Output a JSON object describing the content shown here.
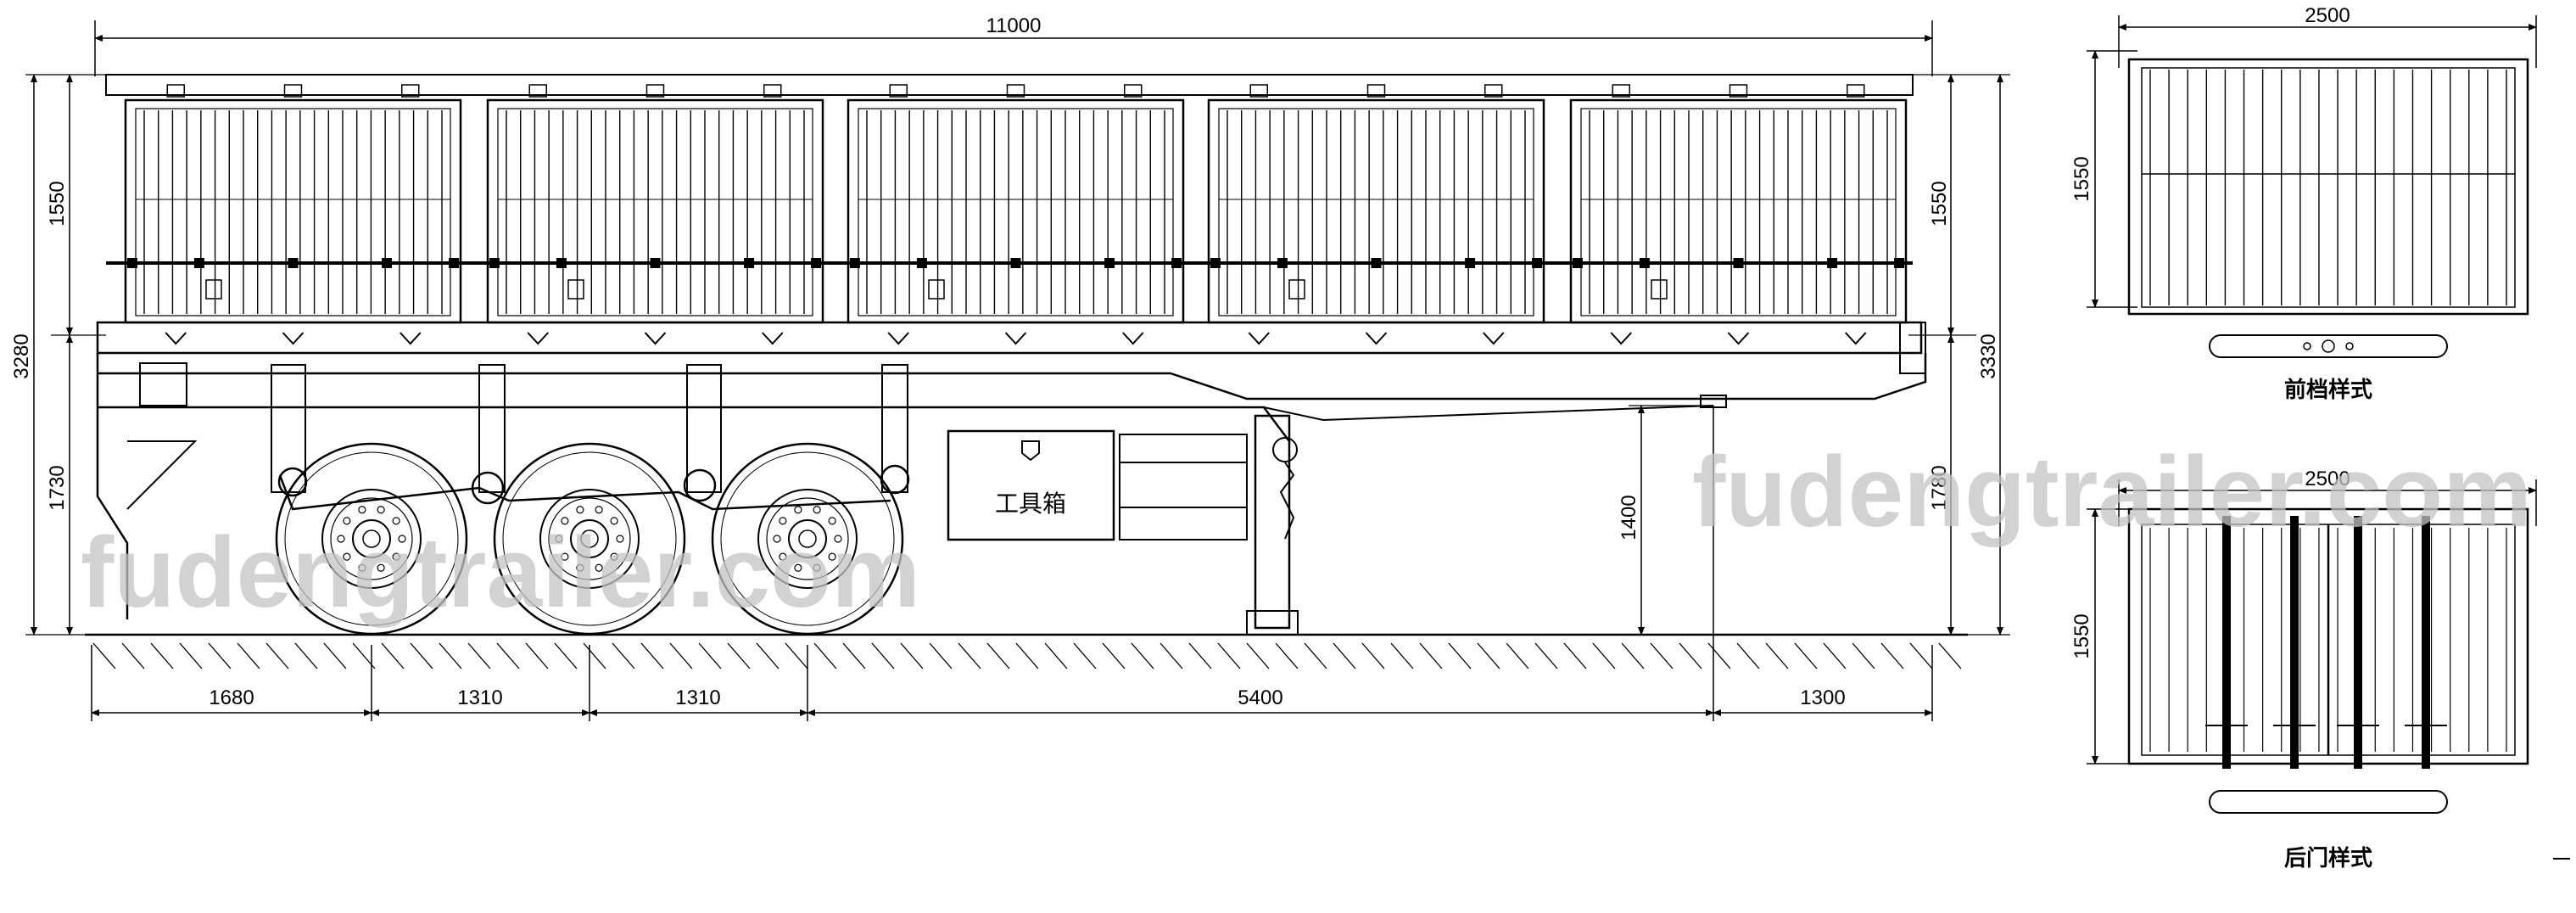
{
  "side_view": {
    "overall_length": "11000",
    "left_dims": {
      "total_height": "3280",
      "side_panel_height": "1550",
      "deck_height": "1730"
    },
    "right_dims": {
      "total_height": "3330",
      "side_panel_height": "1550",
      "deck_height": "1780"
    },
    "kingpin_height": "1400",
    "bottom_dims": [
      "1680",
      "1310",
      "1310",
      "5400",
      "1300"
    ],
    "toolbox_label": "工具箱"
  },
  "front_view": {
    "width": "2500",
    "height": "1550",
    "caption": "前档样式"
  },
  "rear_view": {
    "width": "2500",
    "height": "1550",
    "caption": "后门样式"
  },
  "watermark": "fudengtrailer.com"
}
